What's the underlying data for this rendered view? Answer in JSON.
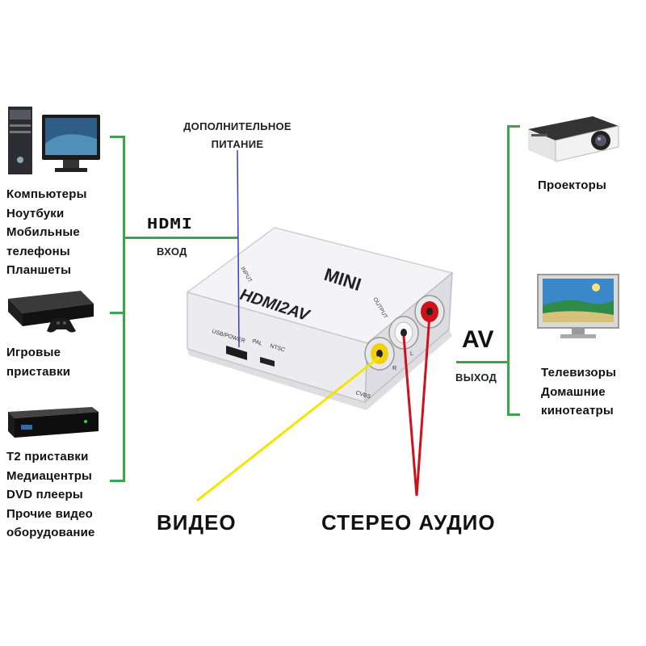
{
  "left_groups": [
    {
      "lines": [
        "Компьютеры",
        "Ноутбуки",
        "Мобильные",
        "телефоны",
        "Планшеты"
      ]
    },
    {
      "lines": [
        "Игровые",
        "приставки"
      ]
    },
    {
      "lines": [
        "Т2 приставки",
        "Медиацентры",
        "DVD плееры",
        "Прочие видео",
        "оборудование"
      ]
    }
  ],
  "right_groups": [
    {
      "lines": [
        "Проекторы"
      ]
    },
    {
      "lines": [
        "Телевизоры",
        "Домашние",
        "кинотеатры"
      ]
    }
  ],
  "input": {
    "logo": "HDMI",
    "label": "ВХОД"
  },
  "output": {
    "logo": "AV",
    "label": "ВЫХОД"
  },
  "extra_power": {
    "line1": "ДОПОЛНИТЕЛЬНОЕ",
    "line2": "ПИТАНИЕ"
  },
  "bottom": {
    "video": "ВИДЕО",
    "audio": "СТЕРЕО АУДИО"
  },
  "device": {
    "brand": "MINI",
    "model": "HDMI2AV",
    "port_usb": "USB/POWER",
    "port_pal": "PAL",
    "port_ntsc": "NTSC",
    "port_input": "INPUT",
    "port_output": "OUTPUT",
    "port_cvbs": "CVBS",
    "port_r": "R",
    "port_l": "L"
  },
  "colors": {
    "bracket": "#3fa34d",
    "video_cable": "#f2e600",
    "audio_cable": "#d0101a",
    "power_line": "#3a3acb"
  }
}
